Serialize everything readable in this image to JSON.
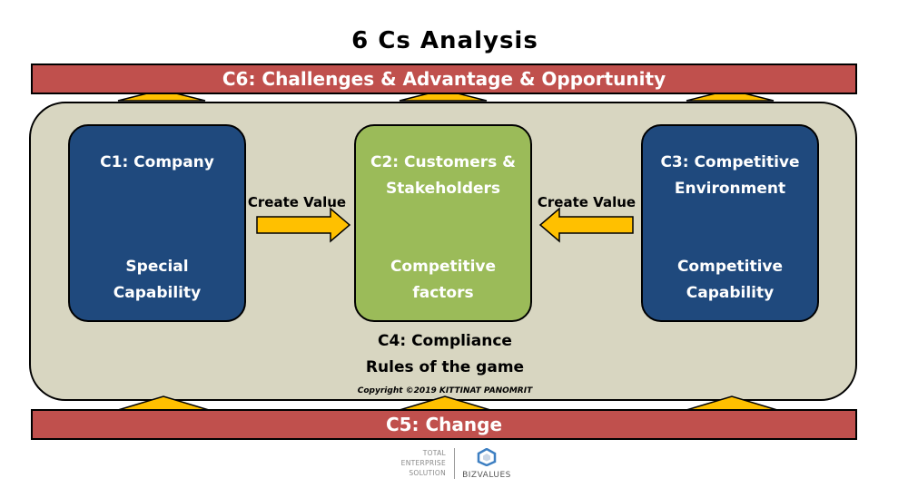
{
  "title": "6 Cs Analysis",
  "top_bar": {
    "label": "C6: Challenges & Advantage & Opportunity"
  },
  "bottom_bar": {
    "label": "C5: Change"
  },
  "boxes": [
    {
      "head_line1": "C1: Company",
      "head_line2": "",
      "foot_line1": "Special",
      "foot_line2": "Capability"
    },
    {
      "head_line1": "C2: Customers &",
      "head_line2": "Stakeholders",
      "foot_line1": "Competitive",
      "foot_line2": "factors"
    },
    {
      "head_line1": "C3: Competitive",
      "head_line2": "Environment",
      "foot_line1": "Competitive",
      "foot_line2": "Capability"
    }
  ],
  "arrows": {
    "left_label": "Create Value",
    "right_label": "Create Value"
  },
  "compliance": {
    "line1": "C4: Compliance",
    "line2": "Rules of the game"
  },
  "copyright": "Copyright ©2019 KITTINAT PANOMRIT",
  "logo": {
    "line1": "TOTAL",
    "line2": "ENTERPRISE",
    "line3": "SOLUTION",
    "brand": "BIZVALUES"
  },
  "colors": {
    "bar_red": "#c0504d",
    "box_blue": "#1f497d",
    "box_green": "#9bbb59",
    "container_beige": "#d8d6c1",
    "arrow_yellow": "#ffc000"
  }
}
